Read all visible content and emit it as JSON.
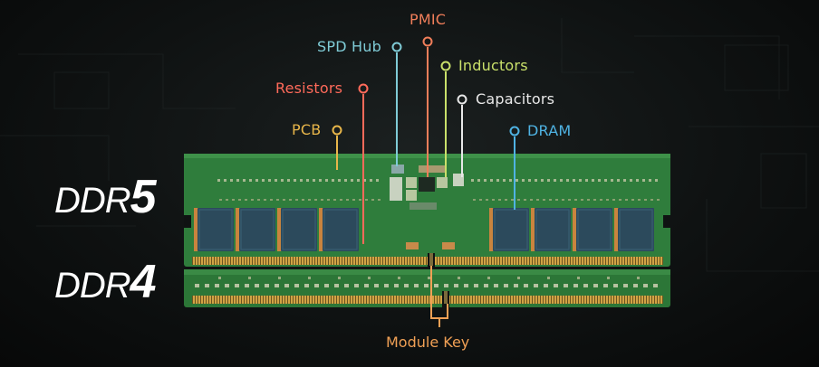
{
  "generations": [
    {
      "prefix": "DDR",
      "number": "5"
    },
    {
      "prefix": "DDR",
      "number": "4"
    }
  ],
  "callouts": {
    "pmic": {
      "label": "PMIC",
      "color": "#f07e5a"
    },
    "spd_hub": {
      "label": "SPD Hub",
      "color": "#7fcbd6"
    },
    "inductors": {
      "label": "Inductors",
      "color": "#c9e06a"
    },
    "resistors": {
      "label": "Resistors",
      "color": "#ff6a5a"
    },
    "capacitors": {
      "label": "Capacitors",
      "color": "#e8e8e8"
    },
    "pcb": {
      "label": "PCB",
      "color": "#e8b64a"
    },
    "dram": {
      "label": "DRAM",
      "color": "#4fb3e3"
    },
    "module_key": {
      "label": "Module Key",
      "color": "#f0a055"
    }
  },
  "colors": {
    "pcb_green": "#2f7d3c",
    "dram_chip": "#2c4a5c",
    "gold_contacts": "#c99a3c"
  }
}
